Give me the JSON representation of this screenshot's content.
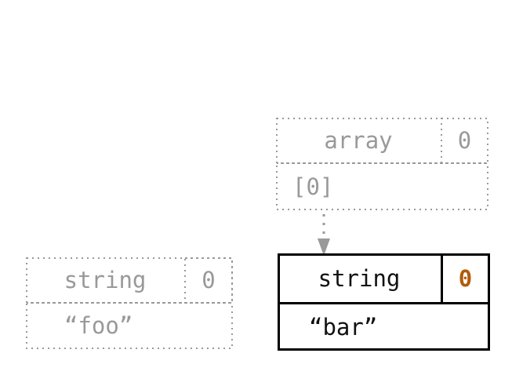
{
  "colors": {
    "muted_gray": "#999999",
    "ink_black": "#111111",
    "refcount_accent": "#b25c0a",
    "background": "#ffffff"
  },
  "objects": {
    "array": {
      "type_label": "array",
      "ref_count": "0",
      "slot_label": "[0]"
    },
    "string_foo": {
      "type_label": "string",
      "ref_count": "0",
      "value": "“foo”"
    },
    "string_bar": {
      "type_label": "string",
      "ref_count": "0",
      "value": "“bar”"
    }
  },
  "icons": {
    "reference_arrow": "dotted-arrow-down"
  }
}
